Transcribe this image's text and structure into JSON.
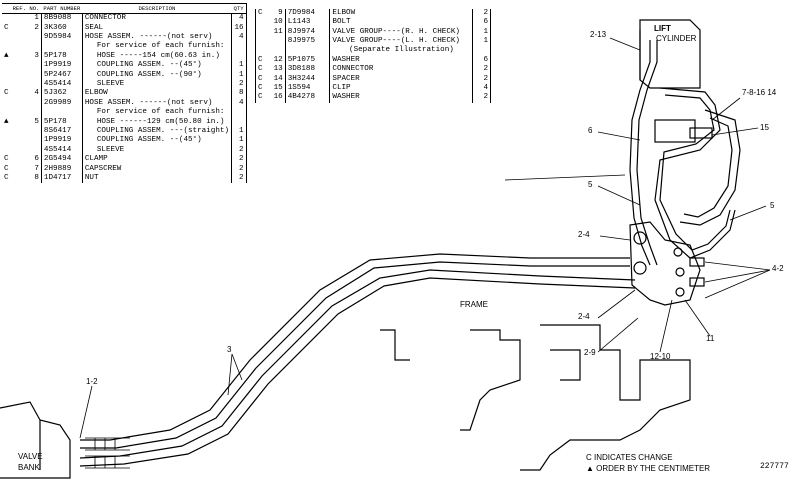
{
  "left_table": {
    "headers": {
      "ref_no": "REF. NO.",
      "part_number": "PART NUMBER",
      "description": "DESCRIPTION",
      "qty": "QTY"
    },
    "rows": [
      {
        "c": "",
        "ref": "1",
        "part": "8B9088",
        "desc": "CONNECTOR",
        "qty": "4"
      },
      {
        "c": "C",
        "ref": "2",
        "part": "3K360",
        "desc": "SEAL",
        "qty": "16"
      },
      {
        "c": "",
        "ref": "",
        "part": "9D5984",
        "desc": "HOSE ASSEM. ------(not serv)",
        "qty": "4"
      },
      {
        "c": "",
        "ref": "",
        "part": "",
        "desc": "For service of each furnish:",
        "qty": "",
        "indent": true
      },
      {
        "c": "▲",
        "ref": "3",
        "part": "5P178",
        "desc": "HOSE -----154 cm(60.63 in.)",
        "qty": "",
        "indent": true
      },
      {
        "c": "",
        "ref": "",
        "part": "1P9919",
        "desc": "COUPLING ASSEM. --(45°)",
        "qty": "1",
        "indent": true
      },
      {
        "c": "",
        "ref": "",
        "part": "5P2467",
        "desc": "COUPLING ASSEM. --(90°)",
        "qty": "1",
        "indent": true
      },
      {
        "c": "",
        "ref": "",
        "part": "4S5414",
        "desc": "SLEEVE",
        "qty": "2",
        "indent": true
      },
      {
        "c": "C",
        "ref": "4",
        "part": "5J362",
        "desc": "ELBOW",
        "qty": "8"
      },
      {
        "c": "",
        "ref": "",
        "part": "2G9989",
        "desc": "HOSE ASSEM. ------(not serv)",
        "qty": "4"
      },
      {
        "c": "",
        "ref": "",
        "part": "",
        "desc": "For service of each furnish:",
        "qty": "",
        "indent": true
      },
      {
        "c": "▲",
        "ref": "5",
        "part": "5P178",
        "desc": "HOSE ------129 cm(50.80 in.)",
        "qty": "",
        "indent": true
      },
      {
        "c": "",
        "ref": "",
        "part": "8S6417",
        "desc": "COUPLING ASSEM. ---(straight)",
        "qty": "1",
        "indent": true
      },
      {
        "c": "",
        "ref": "",
        "part": "1P9919",
        "desc": "COUPLING ASSEM. --(45°)",
        "qty": "1",
        "indent": true
      },
      {
        "c": "",
        "ref": "",
        "part": "4S5414",
        "desc": "SLEEVE",
        "qty": "2",
        "indent": true
      },
      {
        "c": "C",
        "ref": "6",
        "part": "2G5494",
        "desc": "CLAMP",
        "qty": "2"
      },
      {
        "c": "C",
        "ref": "7",
        "part": "2H9889",
        "desc": "CAPSCREW",
        "qty": "2"
      },
      {
        "c": "C",
        "ref": "8",
        "part": "1D4717",
        "desc": "NUT",
        "qty": "2"
      }
    ]
  },
  "right_table": {
    "rows": [
      {
        "c": "C",
        "ref": "9",
        "part": "7D9984",
        "desc": "ELBOW",
        "qty": "2"
      },
      {
        "c": "",
        "ref": "10",
        "part": "L1143",
        "desc": "BOLT",
        "qty": "6"
      },
      {
        "c": "",
        "ref": "11",
        "part": "8J9974",
        "desc": "VALVE GROUP----(R. H. CHECK)",
        "qty": "1"
      },
      {
        "c": "",
        "ref": "",
        "part": "8J9975",
        "desc": "VALVE GROUP----(L. H. CHECK)",
        "qty": "1"
      },
      {
        "c": "",
        "ref": "",
        "part": "",
        "desc": "(Separate Illustration)",
        "qty": "",
        "center": true
      },
      {
        "c": "C",
        "ref": "12",
        "part": "5P1075",
        "desc": "WASHER",
        "qty": "6"
      },
      {
        "c": "C",
        "ref": "13",
        "part": "3D8188",
        "desc": "CONNECTOR",
        "qty": "2"
      },
      {
        "c": "C",
        "ref": "14",
        "part": "3H3244",
        "desc": "SPACER",
        "qty": "2"
      },
      {
        "c": "C",
        "ref": "15",
        "part": "1S594",
        "desc": "CLIP",
        "qty": "4"
      },
      {
        "c": "C",
        "ref": "16",
        "part": "4B4278",
        "desc": "WASHER",
        "qty": "2"
      }
    ]
  },
  "callouts": {
    "lift_cylinder_1": "LIFT",
    "lift_cylinder_2": "CYLINDER",
    "c2_13": "2-13",
    "c7_8_16_14": "7-8-16 14",
    "c15": "15",
    "c6": "6",
    "c5a": "5",
    "c5b": "5",
    "c2_4a": "2-4",
    "c4_2": "4-2",
    "frame": "FRAME",
    "c2_4b": "2-4",
    "c2_9": "2-9",
    "c12_10": "12-10",
    "c11": "11",
    "c3": "3",
    "c1_2": "1-2",
    "valve_bank_1": "VALVE",
    "valve_bank_2": "BANK"
  },
  "legend": {
    "change": "C INDICATES CHANGE",
    "centimeter": "▲ ORDER BY THE CENTIMETER",
    "figure_no": "227777"
  }
}
